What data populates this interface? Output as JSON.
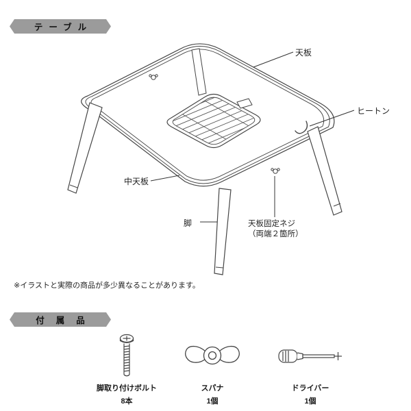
{
  "table_section": {
    "title": "テーブル",
    "labels": {
      "tenban": "天板",
      "heaton": "ヒートン",
      "nakatenban": "中天板",
      "ashi": "脚",
      "screw1": "天板固定ネジ",
      "screw2": "（両端２箇所）"
    },
    "note": "※イラストと実際の商品が多少異なることがあります。"
  },
  "accessories_section": {
    "title": "付属品",
    "items": [
      {
        "name": "脚取り付けボルト",
        "qty": "8本",
        "icon": "bolt-icon"
      },
      {
        "name": "スパナ",
        "qty": "1個",
        "icon": "wing-spanner-icon"
      },
      {
        "name": "ドライバー",
        "qty": "1個",
        "icon": "screwdriver-icon"
      }
    ]
  },
  "colors": {
    "pill_bg": "#9b9b9b",
    "line_art": "#444444",
    "text": "#1a1a1a"
  }
}
